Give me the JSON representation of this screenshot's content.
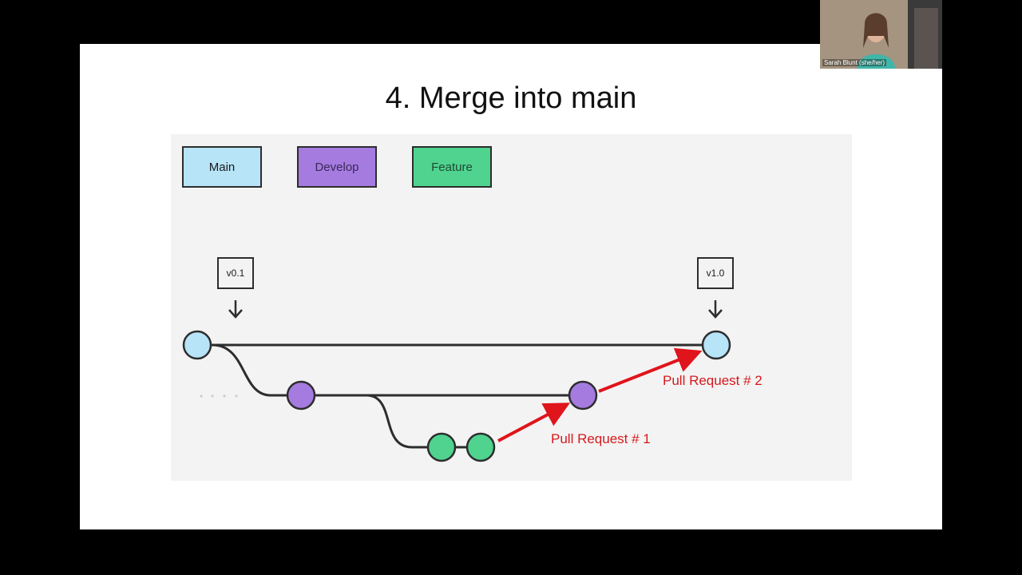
{
  "slide": {
    "title": "4. Merge into main"
  },
  "legend": {
    "main": "Main",
    "develop": "Develop",
    "feature": "Feature"
  },
  "tags": {
    "v01": "v0.1",
    "v10": "v1.0"
  },
  "pull_requests": {
    "pr1": "Pull Request # 1",
    "pr2": "Pull Request # 2"
  },
  "webcam": {
    "participant_name": "Sarah Blunt (she/her)"
  },
  "colors": {
    "main": "#b7e4f7",
    "develop": "#a57be0",
    "feature": "#4fd38f",
    "arrow": "#e0141b",
    "line": "#2d2d2d"
  }
}
